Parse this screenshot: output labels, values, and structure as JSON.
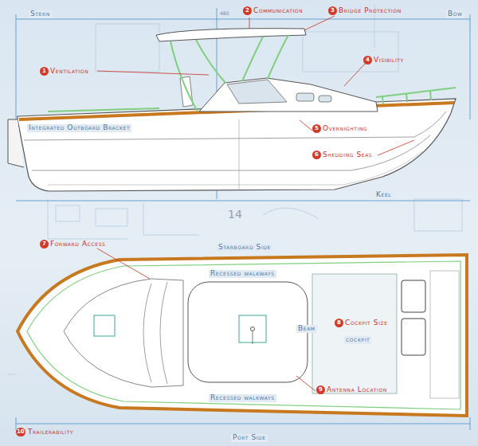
{
  "diagram": {
    "labels": [
      "Stern",
      "480",
      "2",
      "Communication",
      "3",
      "Bridge Protection",
      "Bow",
      "1",
      "Ventilation",
      "4",
      "Visibility",
      "Integrated Outboard Bracket",
      "5",
      "Overnighting",
      "6",
      "Shedding Seas",
      "Keel",
      "14",
      "7",
      "Forward Access",
      "Starboard Side",
      "Recessed walkways",
      "Beam",
      "8",
      "Cockpit Size",
      "cockpit",
      "Recessed walkways",
      "9",
      "Antenna Location",
      "10",
      "Trailerability",
      "Port Side"
    ]
  }
}
